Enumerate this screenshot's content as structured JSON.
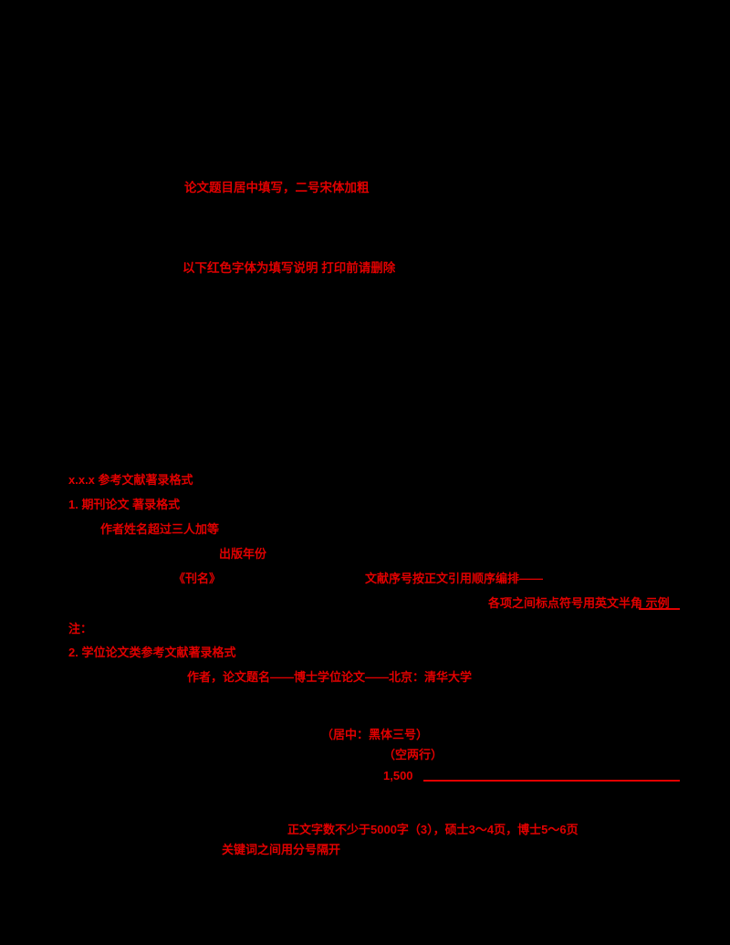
{
  "colors": {
    "background": "#000000",
    "annotation_red": "#e10000"
  },
  "annotations": [
    {
      "text": "论文题目居中填写，二号宋体加粗"
    },
    {
      "text": "以下红色字体为填写说明 打印前请删除"
    },
    {
      "text": "x.x.x 参考文献著录格式"
    },
    {
      "text": "1. 期刊论文 著录格式"
    },
    {
      "text": "作者姓名超过三人加等"
    },
    {
      "text": "出版年份"
    },
    {
      "text": "《刊名》"
    },
    {
      "text": "文献序号按正文引用顺序编排——"
    },
    {
      "text": "各项之间标点符号用英文半角 示例"
    },
    {
      "text": "注："
    },
    {
      "text": "2. 学位论文类参考文献著录格式"
    },
    {
      "text": "作者，论文题名——博士学位论文——北京：清华大学"
    },
    {
      "text": "（居中：黑体三号）"
    },
    {
      "text": "（空两行）"
    },
    {
      "text": "1,500"
    },
    {
      "text": "正文字数不少于5000字（3），硕士3～4页，博士5～6页"
    },
    {
      "text": "关键词之间用分号隔开"
    }
  ]
}
